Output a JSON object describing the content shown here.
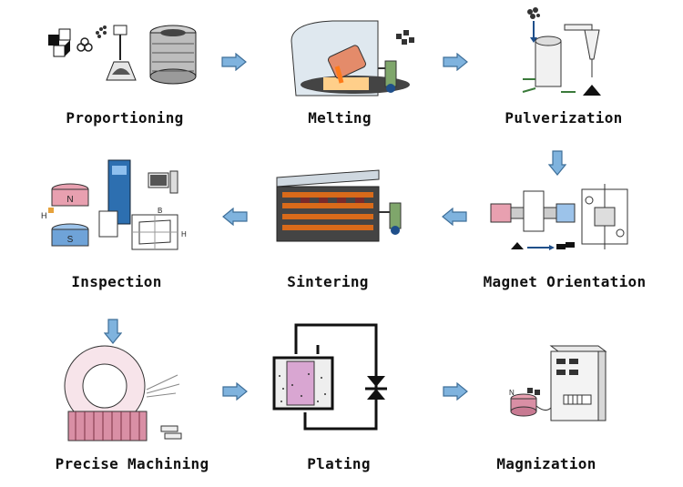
{
  "steps": {
    "proportioning": "Proportioning",
    "melting": "Melting",
    "pulverization": "Pulverization",
    "magnet_orientation": "Magnet Orientation",
    "sintering": "Sintering",
    "inspection": "Inspection",
    "precise_machining": "Precise Machining",
    "plating": "Plating",
    "magnization": "Magnization"
  },
  "marks": {
    "n": "N",
    "s": "S",
    "h": "H",
    "b": "B"
  },
  "colors": {
    "arrow_fill": "#7fb3de",
    "arrow_stroke": "#3f6f99",
    "furnace_orange": "#d86a1a",
    "pink": "#e8a0b0",
    "blue_panel": "#2d6fb0"
  }
}
